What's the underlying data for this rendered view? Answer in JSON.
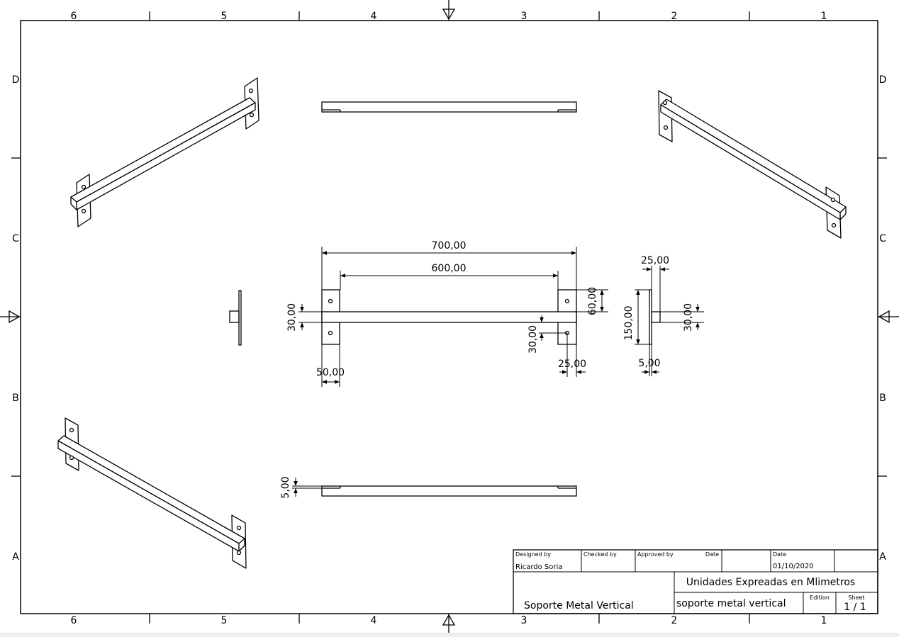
{
  "border": {
    "columns": [
      "6",
      "5",
      "4",
      "3",
      "2",
      "1"
    ],
    "rows": [
      "D",
      "C",
      "B",
      "A"
    ]
  },
  "dimensions": {
    "overall_length": "700,00",
    "inner_length": "600,00",
    "bar_height": "30,00",
    "plate_width": "50,00",
    "plate_height": "60,00",
    "hole_offset_v": "30,00",
    "hole_offset_h": "25,00",
    "side_depth": "25,00",
    "side_height": "150,00",
    "side_bar": "30,00",
    "side_thickness": "5,00",
    "plate_thickness": "5,00"
  },
  "title_block": {
    "designed_by_label": "Designed by",
    "designed_by": "Ricardo Soria",
    "checked_by_label": "Checked by",
    "approved_by_label": "Approved by",
    "date_label_1": "Date",
    "date_label_2": "Date",
    "date": "01/10/2020",
    "units_note": "Unidades Expreadas en Mlimetros",
    "title": "Soporte Metal Vertical",
    "filename": "soporte metal vertical",
    "edition_label": "Edition",
    "sheet_label": "Sheet",
    "sheet": "1 / 1"
  }
}
